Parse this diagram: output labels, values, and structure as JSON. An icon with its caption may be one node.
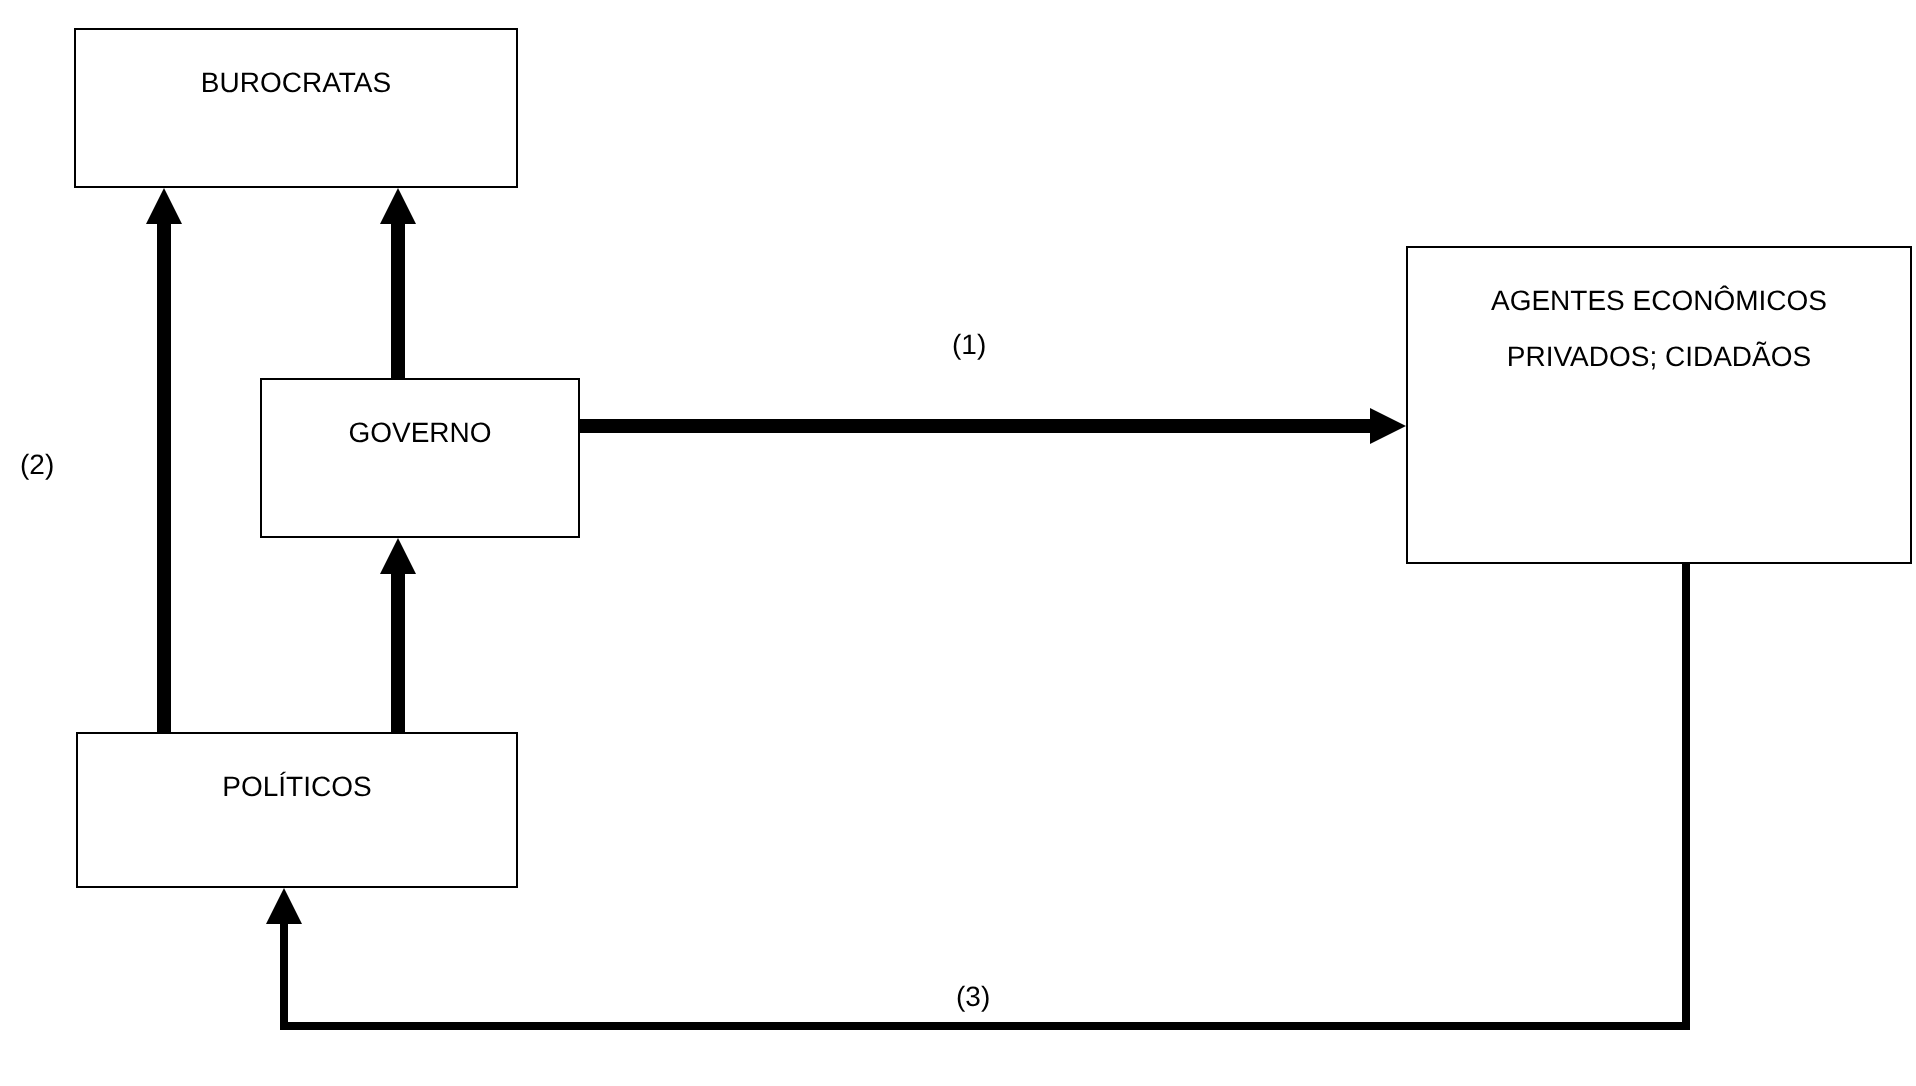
{
  "diagram": {
    "nodes": [
      {
        "text": [
          "BUROCRATAS"
        ]
      },
      {
        "text": [
          "GOVERNO"
        ]
      },
      {
        "text": [
          "AGENTES ECONÔMICOS PRIVADOS; CIDADÃOS"
        ]
      },
      {
        "text": [
          "POLÍTICOS"
        ]
      }
    ],
    "edges": [
      {
        "from": 3,
        "to": 0,
        "arrow": "to",
        "label": "(2)"
      },
      {
        "from": 1,
        "to": 0,
        "arrow": "to"
      },
      {
        "from": 3,
        "to": 1,
        "arrow": "to"
      },
      {
        "from": 1,
        "to": 2,
        "arrow": "to",
        "label": "(1)"
      },
      {
        "from": 2,
        "to": 3,
        "arrow": "to",
        "label": "(3)"
      }
    ]
  }
}
